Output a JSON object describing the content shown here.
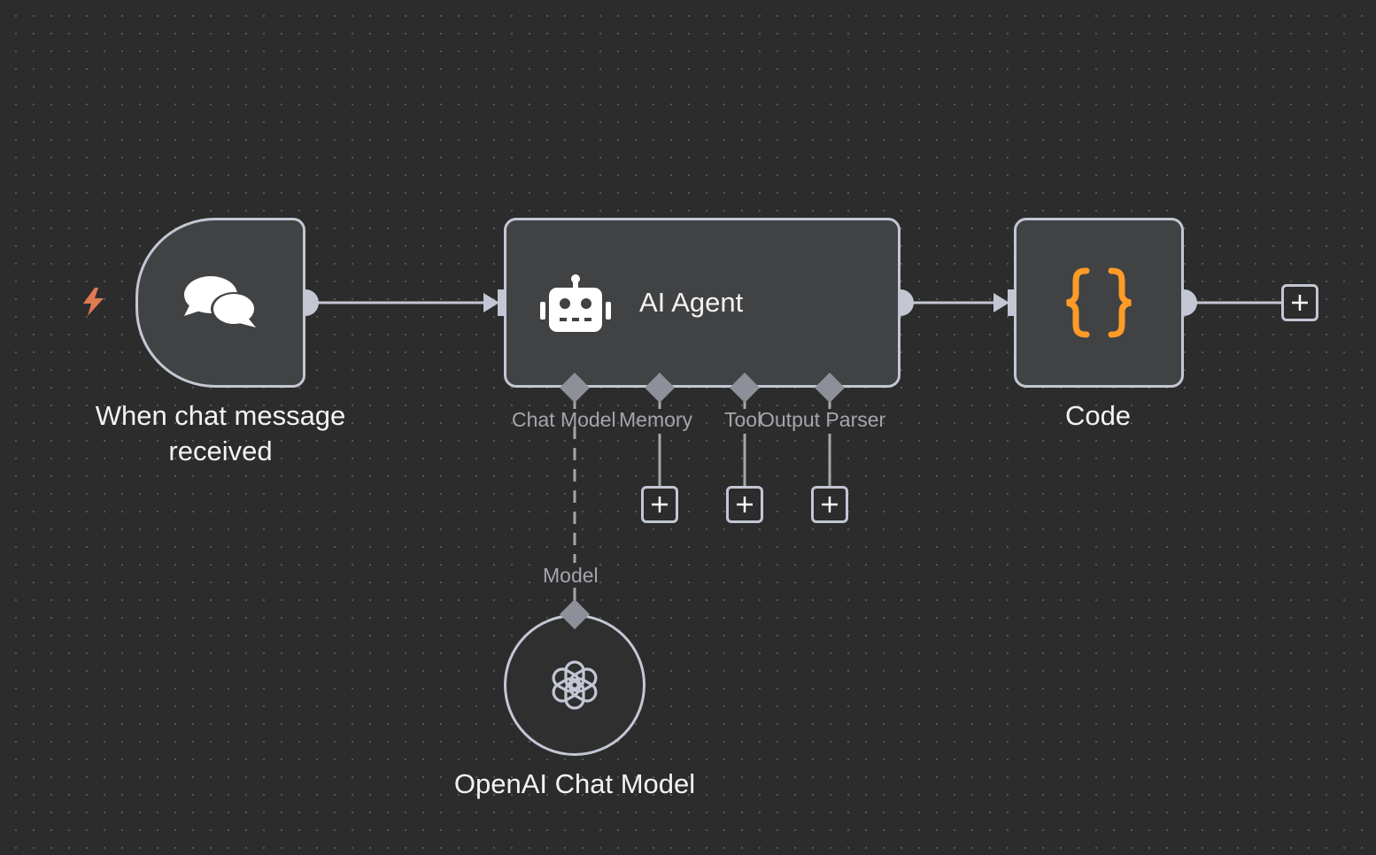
{
  "nodes": {
    "trigger": {
      "label": "When chat message received"
    },
    "agent": {
      "title": "AI Agent"
    },
    "code": {
      "label": "Code"
    },
    "openai": {
      "label": "OpenAI Chat Model"
    }
  },
  "agent_handles": {
    "chat_model": "Chat Model",
    "memory": "Memory",
    "tool": "Tool",
    "output_parser": "Output Parser"
  },
  "openai_handle": {
    "model": "Model"
  },
  "icons": {
    "trigger": "chat-bubbles-icon",
    "agent": "robot-icon",
    "code": "code-braces-icon",
    "openai": "openai-logo-icon",
    "trigger_marker": "lightning-bolt-icon",
    "add": "plus-icon"
  },
  "colors": {
    "canvas": "#2c2c2c",
    "node_fill": "#414244",
    "node_border": "#c3c7d4",
    "code_accent": "#ff9b26",
    "trigger_bolt": "#e07a52",
    "handle_text": "#a4a6ad"
  }
}
